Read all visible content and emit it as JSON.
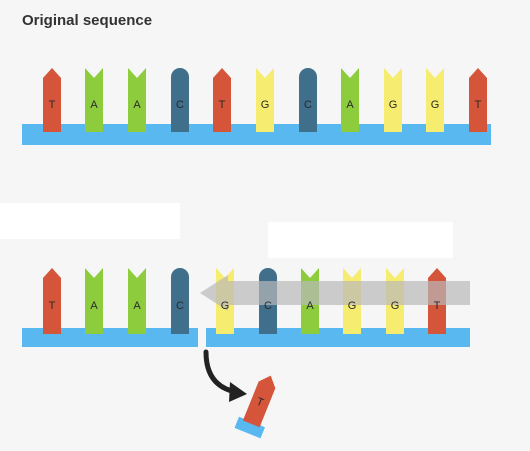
{
  "title": "Original sequence",
  "original_strand": [
    "T",
    "A",
    "A",
    "C",
    "T",
    "G",
    "C",
    "A",
    "G",
    "G",
    "T"
  ],
  "modified_strand_left": [
    "T",
    "A",
    "A",
    "C"
  ],
  "modified_strand_right": [
    "G",
    "C",
    "A",
    "G",
    "G",
    "T"
  ],
  "removed_base": "T",
  "colors": {
    "T": "#d4553a",
    "A": "#8dcc3c",
    "C": "#3f6f8a",
    "G": "#f6ec70",
    "backbone": "#5ab8f0",
    "arrow_band": "#c9c9c9",
    "curved_arrow": "#222222"
  }
}
